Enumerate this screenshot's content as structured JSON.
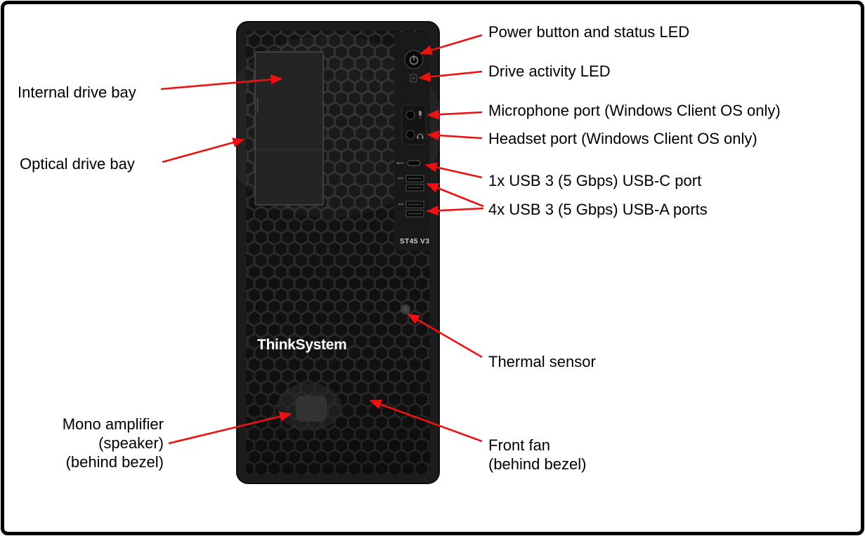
{
  "diagram": {
    "subject": "Tower server front view with component callouts"
  },
  "server": {
    "brand_logo": "ThinkSystem",
    "model_label": "ST45 V3"
  },
  "labels": {
    "power": {
      "text": "Power button and status LED"
    },
    "drive_led": {
      "text": "Drive activity LED"
    },
    "mic": {
      "text": "Microphone port (Windows Client OS only)"
    },
    "headset": {
      "text": "Headset port (Windows Client OS only)"
    },
    "usb_c": {
      "text": "1x USB 3 (5 Gbps) USB-C port"
    },
    "usb_a": {
      "text": "4x USB 3 (5 Gbps) USB-A ports"
    },
    "thermal": {
      "text": "Thermal sensor"
    },
    "front_fan": {
      "text": "Front fan\n(behind bezel)"
    },
    "internal_bay": {
      "text": "Internal drive bay"
    },
    "optical_bay": {
      "text": "Optical drive bay"
    },
    "mono_amp": {
      "text": "Mono amplifier\n(speaker)\n(behind bezel)"
    }
  },
  "colors": {
    "arrow": "#ee1111",
    "chassis": "#1c1c1c",
    "background": "#ffffff",
    "label_text": "#000000"
  }
}
